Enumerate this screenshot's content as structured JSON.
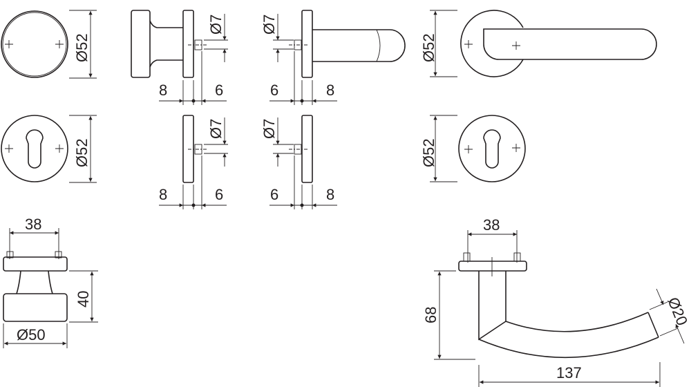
{
  "drawing": {
    "rosette_round": {
      "diameter_label": "Ø52"
    },
    "rosette_cylinder": {
      "diameter_label": "Ø52"
    },
    "knob_side": {
      "pin_label": "Ø7",
      "left_label": "8",
      "right_label": "6"
    },
    "lever_side": {
      "pin_label": "Ø7",
      "left_label": "6",
      "right_label": "8"
    },
    "cyl_left_side": {
      "pin_label": "Ø7",
      "left_label": "8",
      "right_label": "6"
    },
    "cyl_right_side": {
      "pin_label": "Ø7",
      "left_label": "6",
      "right_label": "8"
    },
    "lever_front": {
      "diameter_label": "Ø52"
    },
    "lever_cylinder_rosette": {
      "diameter_label": "Ø52"
    },
    "knob_front": {
      "pin_spacing": "38",
      "height": "40",
      "diameter": "Ø50"
    },
    "lever_top": {
      "pin_spacing": "38",
      "height": "68",
      "length": "137",
      "grip_diameter": "Ø20"
    }
  }
}
